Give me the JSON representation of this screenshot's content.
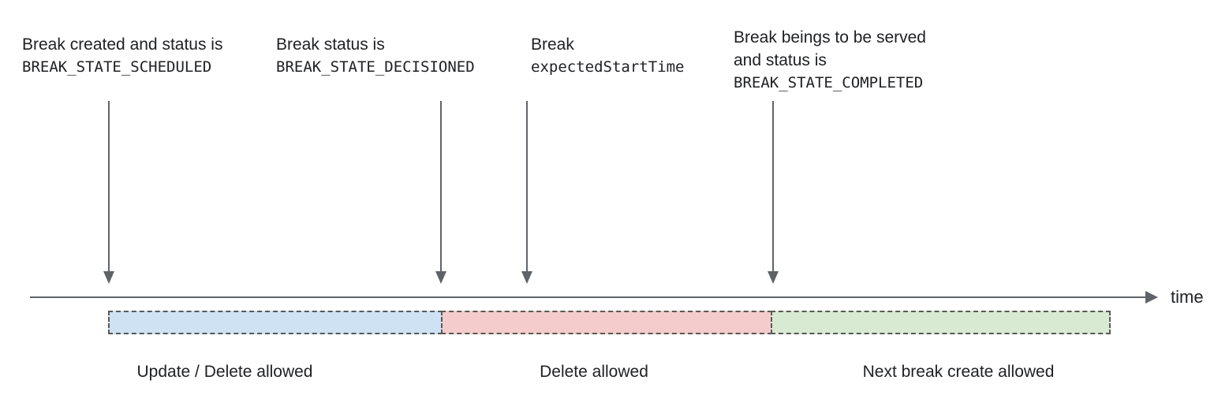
{
  "annotations": {
    "scheduled": {
      "line1": "Break created and status is",
      "code": "BREAK_STATE_SCHEDULED"
    },
    "decisioned": {
      "line1": "Break status is",
      "code": "BREAK_STATE_DECISIONED"
    },
    "expected_start": {
      "line1": "Break",
      "code": "expectedStartTime"
    },
    "completed": {
      "line1": "Break beings to be served",
      "line2": "and status is",
      "code": "BREAK_STATE_COMPLETED"
    }
  },
  "timeline": {
    "axis_label": "time"
  },
  "segments": [
    {
      "label": "Update / Delete allowed",
      "color": "#cfe2f3"
    },
    {
      "label": "Delete allowed",
      "color": "#f4cccc"
    },
    {
      "label": "Next break create allowed",
      "color": "#d9ead3"
    }
  ],
  "colors": {
    "axis_and_arrows": "#5f6368",
    "dashed_border": "#595959",
    "text": "#202124"
  }
}
